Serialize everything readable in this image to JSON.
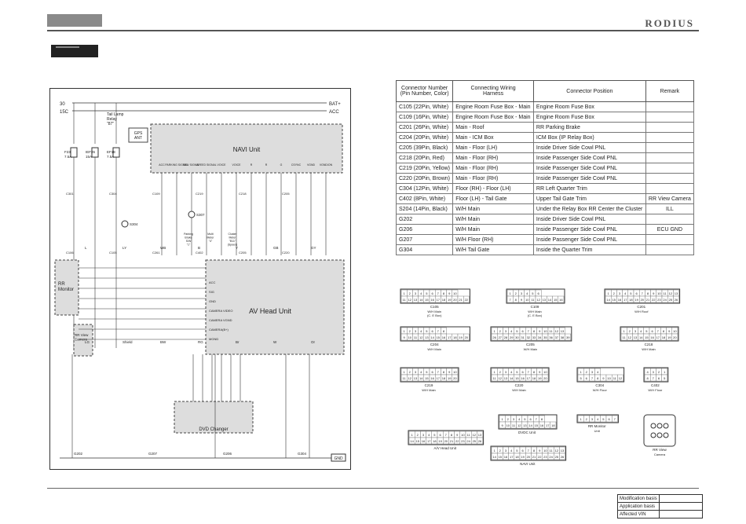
{
  "header": {
    "brand": "RODIUS"
  },
  "diagram": {
    "supply": [
      {
        "label": "30",
        "right": "BAT+"
      },
      {
        "label": "15C",
        "right": "ACC"
      }
    ],
    "tail_lamp": "Tail Lamp\nRelay\n\"87\"",
    "gps": "GPS\nANT",
    "navi_unit": "NAVI Unit",
    "av_head_unit": "AV Head Unit",
    "dvd_changer": "DVD Changer",
    "rr_monitor": "RR\nMonitor",
    "rr_view_camera": "RR View\nCamera",
    "fuses": [
      {
        "id": "F23",
        "amp": "7.5A"
      },
      {
        "id": "IEF26",
        "amp": "15A"
      },
      {
        "id": "EF18",
        "amp": "7.5A"
      }
    ],
    "ground_tag": "GND",
    "grounds": [
      "G202",
      "G207",
      "G206",
      "G304"
    ],
    "navi_pins": [
      "ACC",
      "PARKING SIGNAL",
      "REV SIGNAL",
      "SPEED SIGNAL",
      "VOICE",
      "VOICE",
      "R",
      "R",
      "G",
      "CSYNC",
      "VGND",
      "VGND/ON"
    ],
    "av_pins": [
      "ACC",
      "SIG",
      "GND",
      "CAMERA VIDEO",
      "CAMERA VGND",
      "CAMERA(B+)",
      "MGND"
    ],
    "splices": [
      "S304",
      "S307"
    ],
    "components": [
      "Parking Brake S/W \"1\"",
      "Multi Meter \"4\"",
      "Cluster Meter \"B11\" (Speed)"
    ],
    "connectors": [
      "C301",
      "C304",
      "C109",
      "C219",
      "C218",
      "C205",
      "C106",
      "C105",
      "C261",
      "C402",
      "C205",
      "C220"
    ],
    "wire_colors": [
      "L",
      "LY",
      "WB",
      "B",
      "Y",
      "GB",
      "GY",
      "LG",
      "Shield",
      "BW",
      "RG",
      "Br",
      "W",
      "Or"
    ]
  },
  "table": {
    "headers": [
      "Connector Number\n(Pin Number, Color)",
      "Connecting Wiring\nHarness",
      "Connector Position",
      "Remark"
    ],
    "rows": [
      [
        "C105 (22Pin, White)",
        "Engine Room Fuse Box - Main",
        "Engine Room Fuse Box",
        ""
      ],
      [
        "C109 (16Pin, White)",
        "Engine Room Fuse Box - Main",
        "Engine Room Fuse Box",
        ""
      ],
      [
        "C201 (26Pin, White)",
        "Main - Roof",
        "RR Parking Brake",
        ""
      ],
      [
        "C204 (20Pin, White)",
        "Main - ICM Box",
        "ICM Box (IP Relay Box)",
        ""
      ],
      [
        "C205 (39Pin, Black)",
        "Main - Floor (LH)",
        "Inside Driver Side Cowl PNL",
        ""
      ],
      [
        "C218 (20Pin, Red)",
        "Main - Floor (RH)",
        "Inside Passenger Side Cowl PNL",
        ""
      ],
      [
        "C219 (20Pin, Yellow)",
        "Main - Floor (RH)",
        "Inside Passenger Side Cowl PNL",
        ""
      ],
      [
        "C220 (20Pin, Brown)",
        "Main - Floor (RH)",
        "Inside Passenger Side Cowl PNL",
        ""
      ],
      [
        "C304 (12Pin, White)",
        "Floor (RH) - Floor (LH)",
        "RR Left Quarter Trim",
        ""
      ],
      [
        "C402 (8Pin, White)",
        "Floor (LH) - Tail Gate",
        "Upper Tail Gate Trim",
        "RR View Camera"
      ],
      [
        "S204 (14Pin, Black)",
        "W/H Main",
        "Under the Relay Box RR Center the Cluster",
        "ILL"
      ],
      [
        "G202",
        "W/H Main",
        "Inside Driver Side Cowl PNL",
        ""
      ],
      [
        "G206",
        "W/H Main",
        "Inside Passenger Side Cowl PNL",
        "ECU GND"
      ],
      [
        "G207",
        "W/H Floor (RH)",
        "Inside Passenger Side Cowl PNL",
        ""
      ],
      [
        "G304",
        "W/H Tail Gate",
        "Inside the Quarter Trim",
        ""
      ]
    ]
  },
  "pinouts": [
    {
      "name": "C105",
      "sub": "W/H Main\n(C. E Box)",
      "top": "1 2 3 4 5 6 7 8 9 10",
      "bot": "11 12 13 14 15 16 17 18 19 20 21 22"
    },
    {
      "name": "C109",
      "sub": "W/H Main\n(C. E Box)",
      "top": "1 2 3 4 5 6",
      "bot": "7 8 9 10 11 12 13 14 15 16"
    },
    {
      "name": "C201",
      "sub": "W/H Roof",
      "top": "1 2 3 4 5 6 7 8 9 10 11 12 13",
      "bot": "14 15 16 17 18 19 20 21 22 23 24 25 26"
    },
    {
      "name": "C204",
      "sub": "W/H Main",
      "top": "1 2 3 4 5 6 7 8",
      "bot": "9 10 11 12 13 14 15 16 17 18 19 20"
    },
    {
      "name": "C205",
      "sub": "W/H Main",
      "top": "1 2 3 4 5 6 7 8 9 10 11 12 13",
      "bot": "26 27 28 29 30 31 32 33 34 35 36 37 38 39"
    },
    {
      "name": "C218",
      "sub": "W/H Main",
      "top": "1 2 3 4 5 6 7 8 9 10",
      "bot": "11 12 13 14 15 16 17 18 19 20"
    },
    {
      "name": "C219",
      "sub": "W/H Main",
      "top": "1 2 3 4 5 6 7 8 9 10",
      "bot": "11 12 13 14 15 16 17 18 19 20"
    },
    {
      "name": "C220",
      "sub": "W/H Main",
      "top": "1 2 3 4 5 6 7 8 9 10",
      "bot": "11 12 13 14 15 16 17 18 19 20"
    },
    {
      "name": "C304",
      "sub": "W/H Floor",
      "top": "1 2 3 4",
      "bot": "5 6 7 8 9 10 11 12"
    },
    {
      "name": "C402",
      "sub": "W/H Floor",
      "top": "4 3 2 1",
      "bot": "8 7 6 5"
    },
    {
      "name": "DVDC Unit",
      "sub": "",
      "top": "1 2 3 4 5 6 7 8",
      "bot": "9 10 11 12 13 14 15 16 17 18"
    },
    {
      "name": "RR Monitor",
      "sub": "Unit",
      "top": "1 2 3 4 5 6 7",
      "bot": ""
    },
    {
      "name": "A/V Head Unit",
      "sub": "",
      "top": "1 2 3 4 5 6 7 8 9 10 11 12 13",
      "bot": "14 15 16 17 18 19 20 21 22 23 24 25 26"
    },
    {
      "name": "NAVI Unit",
      "sub": "",
      "top": "1 2 3 4 5 6 7 8 9 10 11 12 13",
      "bot": "14 15 16 17 18 19 20 21 22 23 24 25 26"
    },
    {
      "name": "RR View",
      "sub": "Camera",
      "top": "",
      "bot": ""
    }
  ],
  "modification": [
    {
      "label": "Modification basis",
      "value": ""
    },
    {
      "label": "Application basis",
      "value": ""
    },
    {
      "label": "Affected VIN",
      "value": ""
    }
  ]
}
